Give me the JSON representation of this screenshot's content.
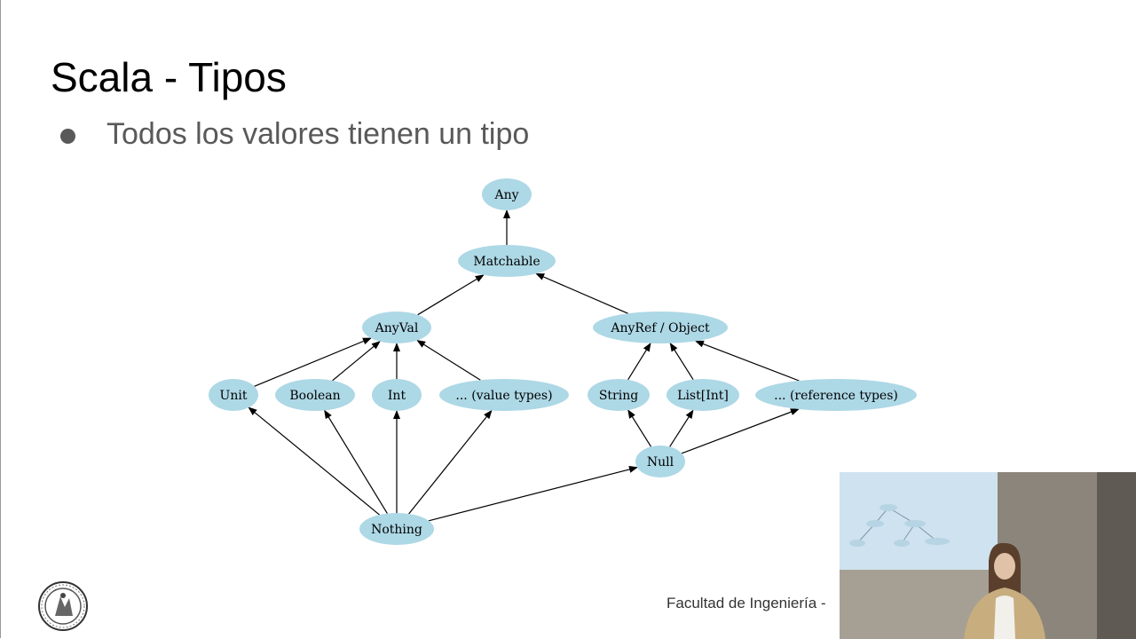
{
  "slide": {
    "title": "Scala - Tipos",
    "bullet": "Todos los valores tienen un tipo",
    "footer": "Facultad de Ingeniería -"
  },
  "colors": {
    "node_fill": "#add8e6",
    "edge": "#000000",
    "text": "#000000",
    "bullet_text": "#595959"
  },
  "diagram": {
    "nodes": {
      "any": "Any",
      "matchable": "Matchable",
      "anyval": "AnyVal",
      "anyref": "AnyRef / Object",
      "unit": "Unit",
      "boolean": "Boolean",
      "int": "Int",
      "value_types": "... (value types)",
      "string": "String",
      "list_int": "List[Int]",
      "reference_types": "... (reference types)",
      "null": "Null",
      "nothing": "Nothing"
    },
    "edges": [
      [
        "matchable",
        "any"
      ],
      [
        "anyval",
        "matchable"
      ],
      [
        "anyref",
        "matchable"
      ],
      [
        "unit",
        "anyval"
      ],
      [
        "boolean",
        "anyval"
      ],
      [
        "int",
        "anyval"
      ],
      [
        "value_types",
        "anyval"
      ],
      [
        "string",
        "anyref"
      ],
      [
        "list_int",
        "anyref"
      ],
      [
        "reference_types",
        "anyref"
      ],
      [
        "nothing",
        "unit"
      ],
      [
        "nothing",
        "boolean"
      ],
      [
        "nothing",
        "int"
      ],
      [
        "nothing",
        "value_types"
      ],
      [
        "nothing",
        "null"
      ],
      [
        "null",
        "string"
      ],
      [
        "null",
        "list_int"
      ],
      [
        "null",
        "reference_types"
      ]
    ]
  },
  "icons": {
    "seal": "university-seal-icon",
    "webcam": "webcam-presenter-feed"
  }
}
